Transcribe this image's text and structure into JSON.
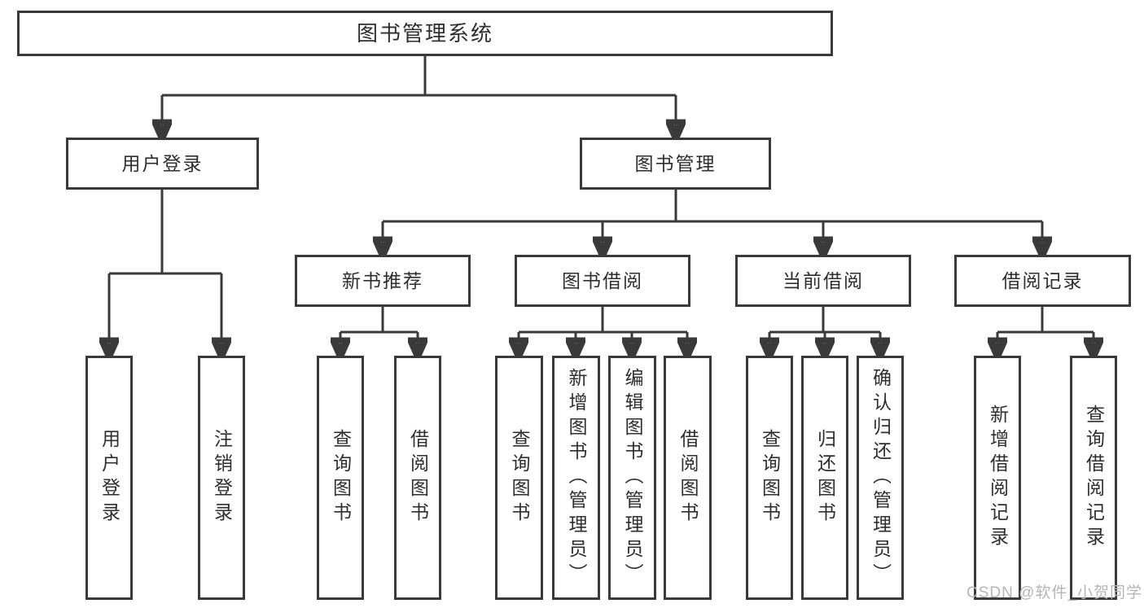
{
  "tree": {
    "root": {
      "label": "图书管理系统",
      "children": [
        {
          "label": "用户登录",
          "children": [
            {
              "label": "用户登录"
            },
            {
              "label": "注销登录"
            }
          ]
        },
        {
          "label": "图书管理",
          "children": [
            {
              "label": "新书推荐",
              "children": [
                {
                  "label": "查询图书"
                },
                {
                  "label": "借阅图书"
                }
              ]
            },
            {
              "label": "图书借阅",
              "children": [
                {
                  "label": "查询图书"
                },
                {
                  "label": "新增图书（管理员）"
                },
                {
                  "label": "编辑图书（管理员）"
                },
                {
                  "label": "借阅图书"
                }
              ]
            },
            {
              "label": "当前借阅",
              "children": [
                {
                  "label": "查询图书"
                },
                {
                  "label": "归还图书"
                },
                {
                  "label": "确认归还（管理员）"
                }
              ]
            },
            {
              "label": "借阅记录",
              "children": [
                {
                  "label": "新增借阅记录"
                },
                {
                  "label": "查询借阅记录"
                }
              ]
            }
          ]
        }
      ]
    }
  },
  "watermark": {
    "text": "CSDN @软件_小贺同学"
  },
  "colors": {
    "line": "#3a3a3a",
    "text": "#2e2e2e",
    "background": "#ffffff",
    "watermark": "#b5b5b5"
  }
}
